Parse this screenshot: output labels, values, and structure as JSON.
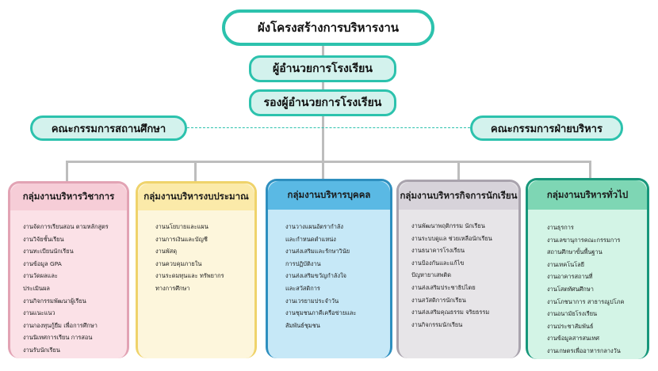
{
  "chart": {
    "title": "ผังโครงสร้างการบริหารงาน",
    "director": "ผู้อำนวยการโรงเรียน",
    "deputy": "รองผู้อำนวยการโรงเรียน",
    "board_left": "คณะกรรมการสถานศึกษา",
    "board_right": "คณะกรรมการฝ่ายบริหาร"
  },
  "groups": [
    {
      "title": "กลุ่มงานบริหารวิชาการ",
      "head_color": "#f6cdd7",
      "border_color": "#e2a3b4",
      "body_color": "#fbe1e7",
      "items": [
        "งานจัดการเรียนสอน ตามหลักสูตร",
        "งานวิจัยชั้นเรียน",
        "งานทะเบียนนักเรียน",
        "งานข้อมูล GPA",
        "งานวัดผลและ",
        "ประเมินผล",
        "งานกิจกรรมพัฒนาผู้เรียน",
        "งานแนะแนว",
        "งานกองทุนกู้ยืม เพื่อการศึกษา",
        "งานนิเทศการเรียน การสอน",
        "งานรับนักเรียน"
      ]
    },
    {
      "title": "กลุ่มงานบริหารงบประมาณ",
      "head_color": "#fbeaa9",
      "border_color": "#efd36b",
      "body_color": "#fdf6dc",
      "items": [
        "งานนโยบายและแผน",
        "งานการเงินและบัญชี",
        "งานพัสดุ",
        "งานควบคุมภายใน",
        "งานระดมทุนและ ทรัพยากร",
        "ทางการศึกษา"
      ]
    },
    {
      "title": "กลุ่มงานบริหารบุคคล",
      "head_color": "#5ab9e4",
      "border_color": "#2e8fbf",
      "body_color": "#c6e8f7",
      "items": [
        "งานวางแผนอัตรากำลัง",
        "และกำหนดตำแหน่ง",
        "งานส่งเสริมและรักษาวินัย",
        "การปฏิบัติงาน",
        "งานส่งเสริมขวัญกำลังใจ",
        "และสวัสดิการ",
        "งานเวรยามประจำวัน",
        "งานชุมชนภาคีเครือข่ายและ",
        "สัมพันธ์ชุมชน"
      ]
    },
    {
      "title": "กลุ่มงานบริหารกิจการนักเรียน",
      "head_color": "#d7d3da",
      "border_color": "#a9a3ad",
      "body_color": "#e7e5e8",
      "items": [
        "งานพัฒนาพฤติกรรม นักเรียน",
        "งานระบบดูแล ช่วยเหลือนักเรียน",
        "งานธนาคารโรงเรียน",
        "งานป้องกันและแก้ไข",
        "ปัญหายาเสพติด",
        "งานส่งเสริมประชาธิปไตย",
        "งานสวัสดิการนักเรียน",
        "งานส่งเสริมคุณธรรม จริยธรรม",
        "งานกิจกรรมนักเรียน"
      ]
    },
    {
      "title": "กลุ่มงานบริหารทั่วไป",
      "head_color": "#7ed6b4",
      "border_color": "#17977b",
      "body_color": "#d3f4e6",
      "items": [
        "งานธุรการ",
        "งานเลขานุการคณะกรรมการ",
        "สถานศึกษาขั้นพื้นฐาน",
        "งานเทคโนโลยี",
        "งานอาคารสถานที่",
        "งานโสตทัศนศึกษา",
        "งานโภชนาการ สาธารณูปโภค",
        "งานอนามัยโรงเรียน",
        "งานประชาสัมพันธ์",
        "งานข้อมูลสารสนเทศ",
        "งานเกษตรเพื่ออาหารกลางวัน"
      ]
    }
  ]
}
